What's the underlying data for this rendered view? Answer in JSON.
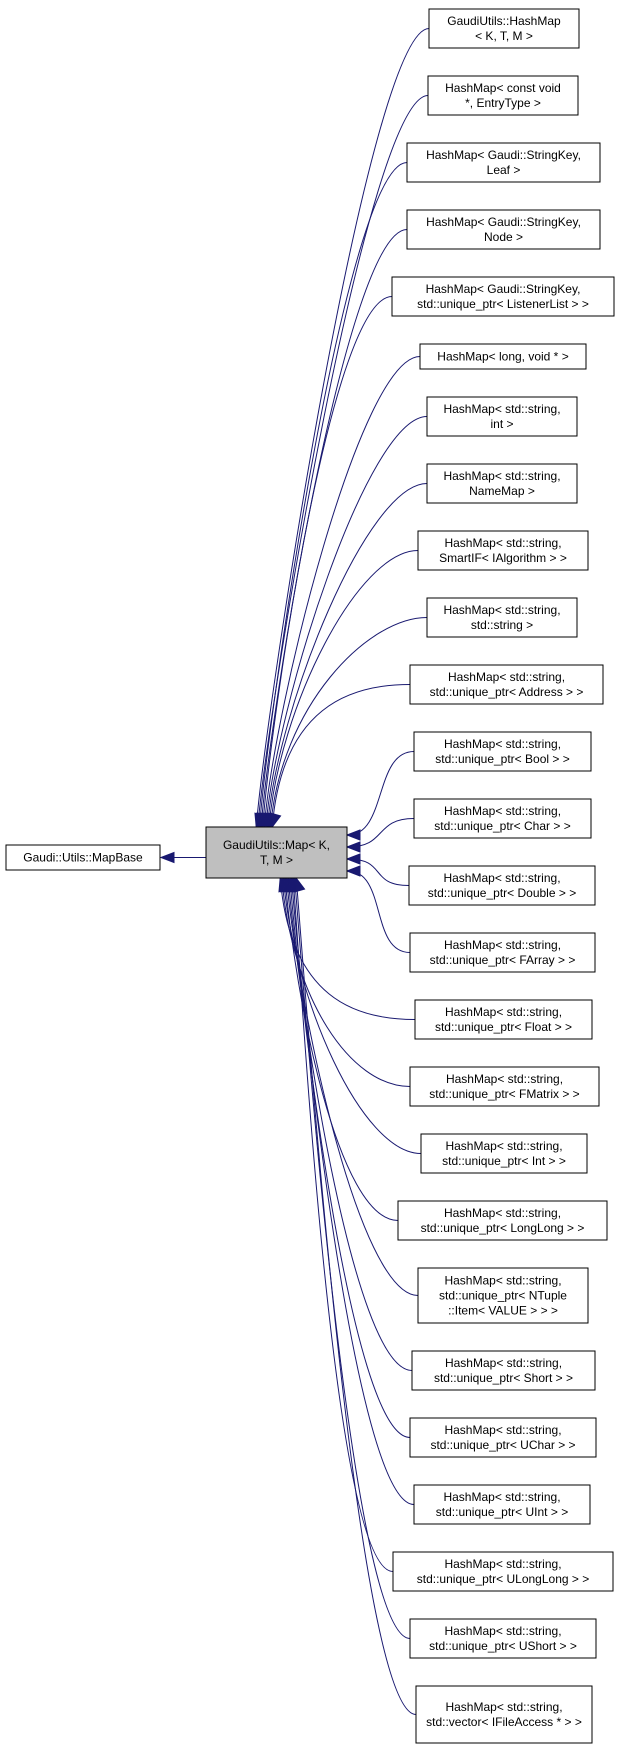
{
  "base_class": {
    "lines": [
      "Gaudi::Utils::MapBase"
    ]
  },
  "central_class": {
    "lines": [
      "GaudiUtils::Map< K,",
      "T, M >"
    ]
  },
  "derived_classes": [
    {
      "lines": [
        "GaudiUtils::HashMap",
        "< K, T, M >"
      ]
    },
    {
      "lines": [
        "HashMap< const void",
        "*, EntryType >"
      ]
    },
    {
      "lines": [
        "HashMap< Gaudi::StringKey,",
        "Leaf >"
      ]
    },
    {
      "lines": [
        "HashMap< Gaudi::StringKey,",
        "Node >"
      ]
    },
    {
      "lines": [
        "HashMap< Gaudi::StringKey,",
        "std::unique_ptr< ListenerList > >"
      ]
    },
    {
      "lines": [
        "HashMap< long, void * >"
      ]
    },
    {
      "lines": [
        "HashMap< std::string,",
        "int >"
      ]
    },
    {
      "lines": [
        "HashMap< std::string,",
        "NameMap >"
      ]
    },
    {
      "lines": [
        "HashMap< std::string,",
        "SmartIF< IAlgorithm > >"
      ]
    },
    {
      "lines": [
        "HashMap< std::string,",
        "std::string >"
      ]
    },
    {
      "lines": [
        "HashMap< std::string,",
        "std::unique_ptr< Address > >"
      ]
    },
    {
      "lines": [
        "HashMap< std::string,",
        "std::unique_ptr< Bool > >"
      ]
    },
    {
      "lines": [
        "HashMap< std::string,",
        "std::unique_ptr< Char > >"
      ]
    },
    {
      "lines": [
        "HashMap< std::string,",
        "std::unique_ptr< Double > >"
      ]
    },
    {
      "lines": [
        "HashMap< std::string,",
        "std::unique_ptr< FArray > >"
      ]
    },
    {
      "lines": [
        "HashMap< std::string,",
        "std::unique_ptr< Float > >"
      ]
    },
    {
      "lines": [
        "HashMap< std::string,",
        "std::unique_ptr< FMatrix > >"
      ]
    },
    {
      "lines": [
        "HashMap< std::string,",
        "std::unique_ptr< Int > >"
      ]
    },
    {
      "lines": [
        "HashMap< std::string,",
        "std::unique_ptr< LongLong > >"
      ]
    },
    {
      "lines": [
        "HashMap< std::string,",
        "std::unique_ptr< NTuple",
        "::Item< VALUE > > >"
      ]
    },
    {
      "lines": [
        "HashMap< std::string,",
        "std::unique_ptr< Short > >"
      ]
    },
    {
      "lines": [
        "HashMap< std::string,",
        "std::unique_ptr< UChar > >"
      ]
    },
    {
      "lines": [
        "HashMap< std::string,",
        "std::unique_ptr< UInt > >"
      ]
    },
    {
      "lines": [
        "HashMap< std::string,",
        "std::unique_ptr< ULongLong > >"
      ]
    },
    {
      "lines": [
        "HashMap< std::string,",
        "std::unique_ptr< UShort > >"
      ]
    },
    {
      "lines": [
        "HashMap< std::string,",
        "std::vector< IFileAccess * > >"
      ]
    }
  ],
  "colors": {
    "edge": "#191970",
    "central_fill": "#bfbfbf",
    "node_fill": "#ffffff",
    "border": "#000000"
  }
}
